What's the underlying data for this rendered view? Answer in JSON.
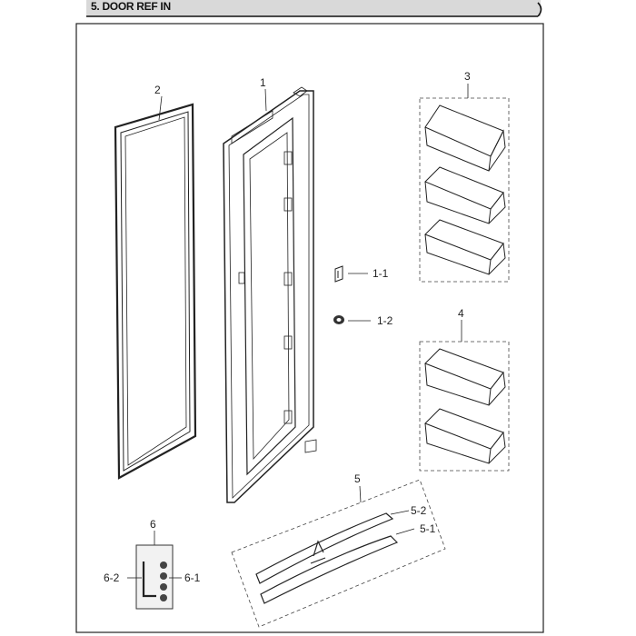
{
  "header": {
    "section_title": "5. DOOR REF IN"
  },
  "callouts": {
    "door_frame": "1",
    "gasket": "2",
    "guard_group_a": "3",
    "guard_group_b": "4",
    "handle_group": "5",
    "screw_group": "6",
    "stopper": "1-1",
    "cap": "1-2",
    "handle_top": "5-2",
    "handle_bottom": "5-1",
    "wrench": "6-2",
    "screws": "6-1"
  }
}
